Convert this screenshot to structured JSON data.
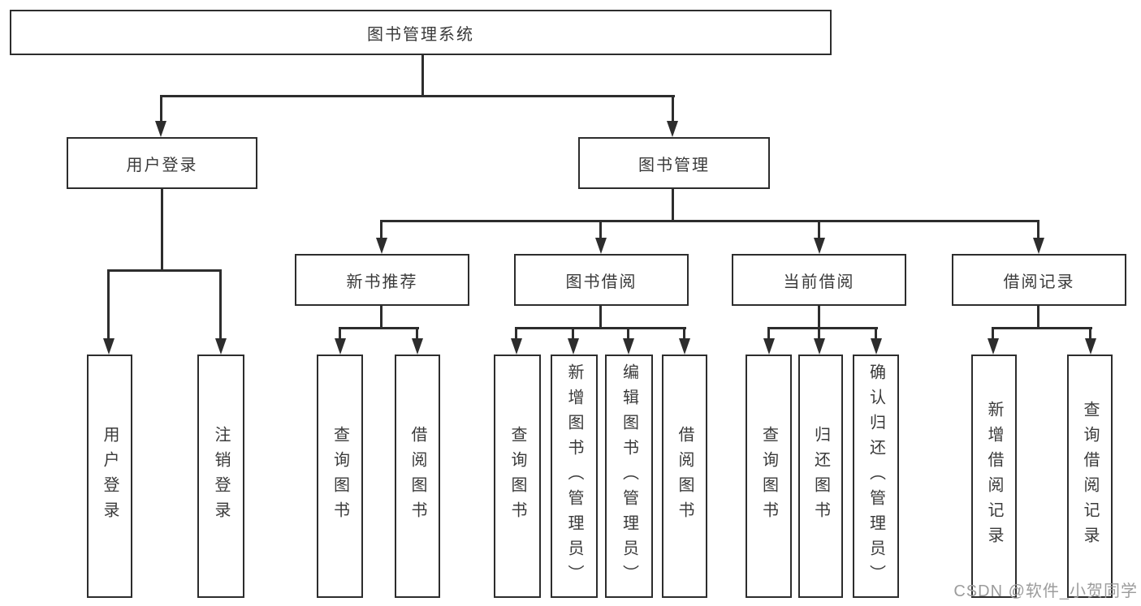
{
  "diagram": {
    "title": "图书管理系统",
    "branches": [
      {
        "label": "用户登录",
        "children": [
          {
            "label": "用户登录"
          },
          {
            "label": "注销登录"
          }
        ]
      },
      {
        "label": "图书管理",
        "sections": [
          {
            "label": "新书推荐",
            "children": [
              {
                "label": "查询图书"
              },
              {
                "label": "借阅图书"
              }
            ]
          },
          {
            "label": "图书借阅",
            "children": [
              {
                "label": "查询图书"
              },
              {
                "label": "新增图书（管理员）"
              },
              {
                "label": "编辑图书（管理员）"
              },
              {
                "label": "借阅图书"
              }
            ]
          },
          {
            "label": "当前借阅",
            "children": [
              {
                "label": "查询图书"
              },
              {
                "label": "归还图书"
              },
              {
                "label": "确认归还（管理员）"
              }
            ]
          },
          {
            "label": "借阅记录",
            "children": [
              {
                "label": "新增借阅记录"
              },
              {
                "label": "查询借阅记录"
              }
            ]
          }
        ]
      }
    ]
  },
  "watermark": {
    "text": "CSDN @软件_小贺同学"
  },
  "colors": {
    "line": "#2d2d2d",
    "box_border": "#2d2d2d",
    "text": "#3a3a3a",
    "watermark": "#9c9c9c",
    "background": "#ffffff"
  }
}
